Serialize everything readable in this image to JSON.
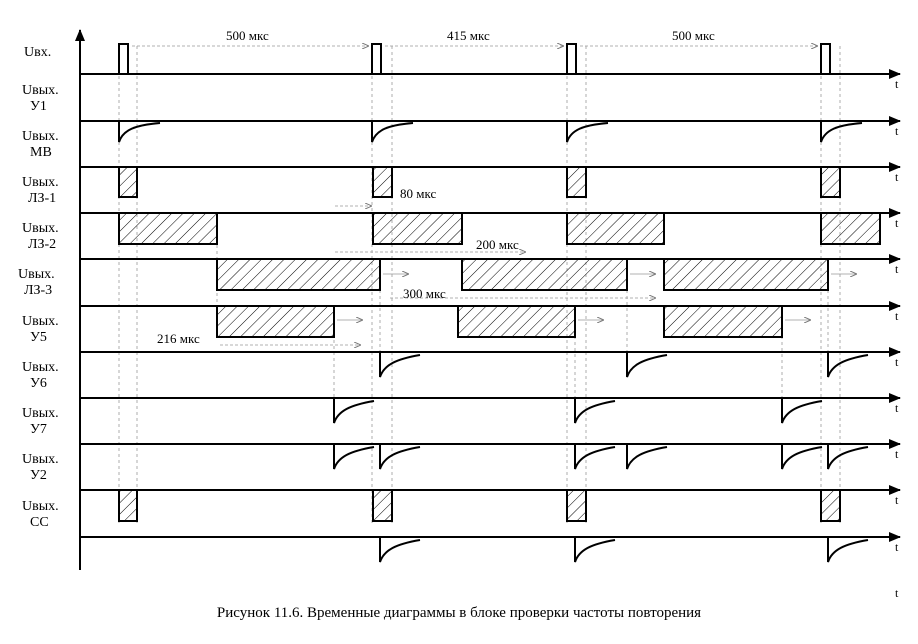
{
  "caption": "Рисунок 11.6. Временные диаграммы в блоке проверки частоты повторения",
  "axis_t_label": "t",
  "rows": [
    {
      "id": "in",
      "label_lines": [
        "Uвх.",
        ""
      ]
    },
    {
      "id": "y1",
      "label_lines": [
        "Uвых.",
        "У1"
      ]
    },
    {
      "id": "mv",
      "label_lines": [
        "Uвых.",
        "МВ"
      ]
    },
    {
      "id": "lz1",
      "label_lines": [
        "Uвых.",
        "ЛЗ-1"
      ]
    },
    {
      "id": "lz2",
      "label_lines": [
        "Uвых.",
        "ЛЗ-2"
      ]
    },
    {
      "id": "lz3",
      "label_lines": [
        "Uвых.",
        "ЛЗ-3"
      ]
    },
    {
      "id": "y5",
      "label_lines": [
        "Uвых.",
        "У5"
      ]
    },
    {
      "id": "y6",
      "label_lines": [
        "Uвых.",
        "У6"
      ]
    },
    {
      "id": "y7",
      "label_lines": [
        "Uвых.",
        "У7"
      ]
    },
    {
      "id": "y2",
      "label_lines": [
        "Uвых.",
        "У2"
      ]
    },
    {
      "id": "cc",
      "label_lines": [
        "Uвых.",
        "СС"
      ]
    },
    {
      "id": "out",
      "label_lines": [
        "",
        ""
      ]
    }
  ],
  "annotations": {
    "interval_1": "500 мкс",
    "interval_2": "415 мкс",
    "interval_3": "500 мкс",
    "delay_lz1": "80 мкс",
    "delay_lz2": "200 мкс",
    "delay_lz3": "300 мкс",
    "delay_y5": "216 мкс"
  }
}
